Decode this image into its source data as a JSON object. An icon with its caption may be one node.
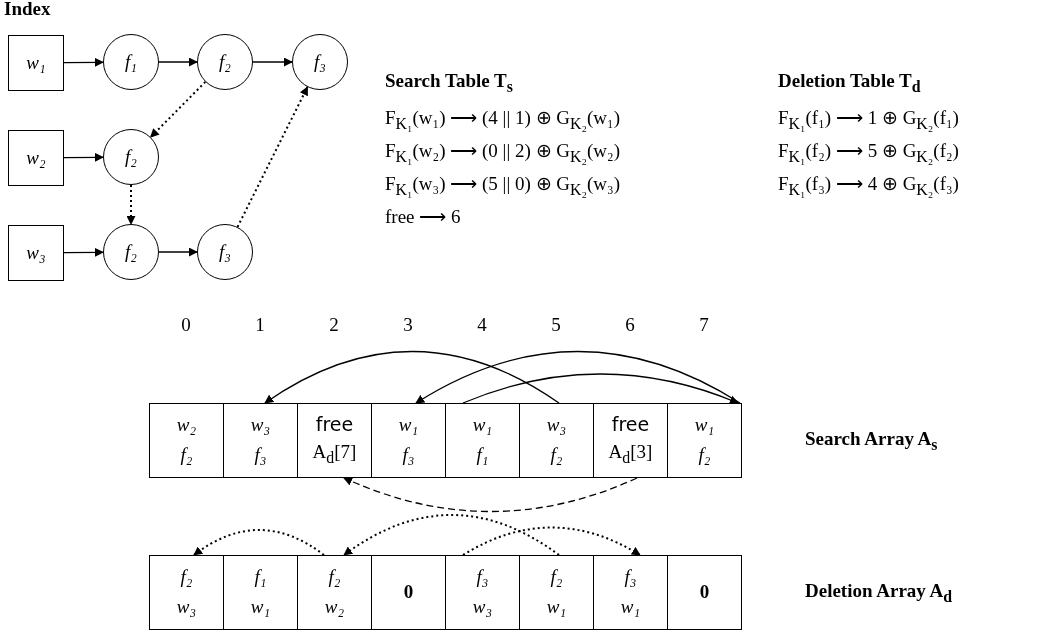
{
  "diagram": {
    "nodes": [
      {
        "text": [
          "w₁"
        ]
      },
      {
        "text": [
          "f₁"
        ]
      },
      {
        "text": [
          "f₂"
        ]
      },
      {
        "text": [
          "f₃"
        ]
      },
      {
        "text": [
          "w₂"
        ]
      },
      {
        "text": [
          "f₂"
        ]
      },
      {
        "text": [
          "w₃"
        ]
      },
      {
        "text": [
          "f₂"
        ]
      },
      {
        "text": [
          "f₃"
        ]
      },
      {
        "text": [
          "w₂",
          "f₂"
        ]
      },
      {
        "text": [
          "w₃",
          "f₃"
        ]
      },
      {
        "text": [
          "free",
          "A$_{d}$[7]"
        ]
      },
      {
        "text": [
          "w₁",
          "f₃"
        ]
      },
      {
        "text": [
          "w₁",
          "f₁"
        ]
      },
      {
        "text": [
          "w₃",
          "f₂"
        ]
      },
      {
        "text": [
          "free",
          "A$_{d}$[3]"
        ]
      },
      {
        "text": [
          "w₁",
          "f₂"
        ]
      },
      {
        "text": [
          "f₂",
          "w₃"
        ]
      },
      {
        "text": [
          "f₁",
          "w₁"
        ]
      },
      {
        "text": [
          "f₂",
          "w₂"
        ]
      },
      {
        "text": [
          "0"
        ]
      },
      {
        "text": [
          "f₃",
          "w₃"
        ]
      },
      {
        "text": [
          "f₂",
          "w₁"
        ]
      },
      {
        "text": [
          "f₃",
          "w₁"
        ]
      },
      {
        "text": [
          "0"
        ]
      }
    ],
    "edges": [
      {
        "from": 0,
        "to": 1,
        "arrow": "to"
      },
      {
        "from": 1,
        "to": 2,
        "arrow": "to"
      },
      {
        "from": 2,
        "to": 3,
        "arrow": "to"
      },
      {
        "from": 2,
        "to": 5,
        "arrow": "to",
        "style": "dashed"
      },
      {
        "from": 4,
        "to": 5,
        "arrow": "to"
      },
      {
        "from": 5,
        "to": 7,
        "arrow": "to",
        "style": "dashed"
      },
      {
        "from": 6,
        "to": 7,
        "arrow": "to"
      },
      {
        "from": 7,
        "to": 8,
        "arrow": "to"
      },
      {
        "from": 8,
        "to": 3,
        "arrow": "to",
        "style": "dashed"
      },
      {
        "from": 14,
        "to": 10,
        "arrow": "to"
      },
      {
        "from": 16,
        "to": 12,
        "arrow": "to"
      },
      {
        "from": 13,
        "to": 16,
        "arrow": "to"
      },
      {
        "from": 15,
        "to": 11,
        "arrow": "to",
        "style": "dashed"
      },
      {
        "from": 19,
        "to": 17,
        "arrow": "to",
        "style": "dashed"
      },
      {
        "from": 22,
        "to": 19,
        "arrow": "to",
        "style": "dashed"
      },
      {
        "from": 21,
        "to": 23,
        "arrow": "to",
        "style": "dashed"
      }
    ],
    "labels": [
      "Index",
      "Search Table T$_{s}$",
      "Deletion Table T$_{d}$",
      "F$_{K₁}$(w₁) ⟶ (4 || 1) ⊕ G$_{K₂}$(w₁)",
      "F$_{K₁}$(f₁) ⟶ 1 ⊕ G$_{K₂}$(f₁)",
      "F$_{K₁}$(w₂) ⟶ (0 || 2) ⊕ G$_{K₂}$(w₂)",
      "F$_{K₁}$(f₂) ⟶ 5 ⊕ G$_{K₂}$(f₂)",
      "F$_{K₁}$(w₃) ⟶ (5 || 0) ⊕ G$_{K₂}$(w₃)",
      "F$_{K₁}$(f₃) ⟶ 4 ⊕ G$_{K₂}$(f₃)",
      "free ⟶ 6",
      "0",
      "1",
      "2",
      "3",
      "4",
      "5",
      "6",
      "7",
      "Search Array A$_{s}$",
      "Deletion Array A$_{d}$"
    ]
  }
}
